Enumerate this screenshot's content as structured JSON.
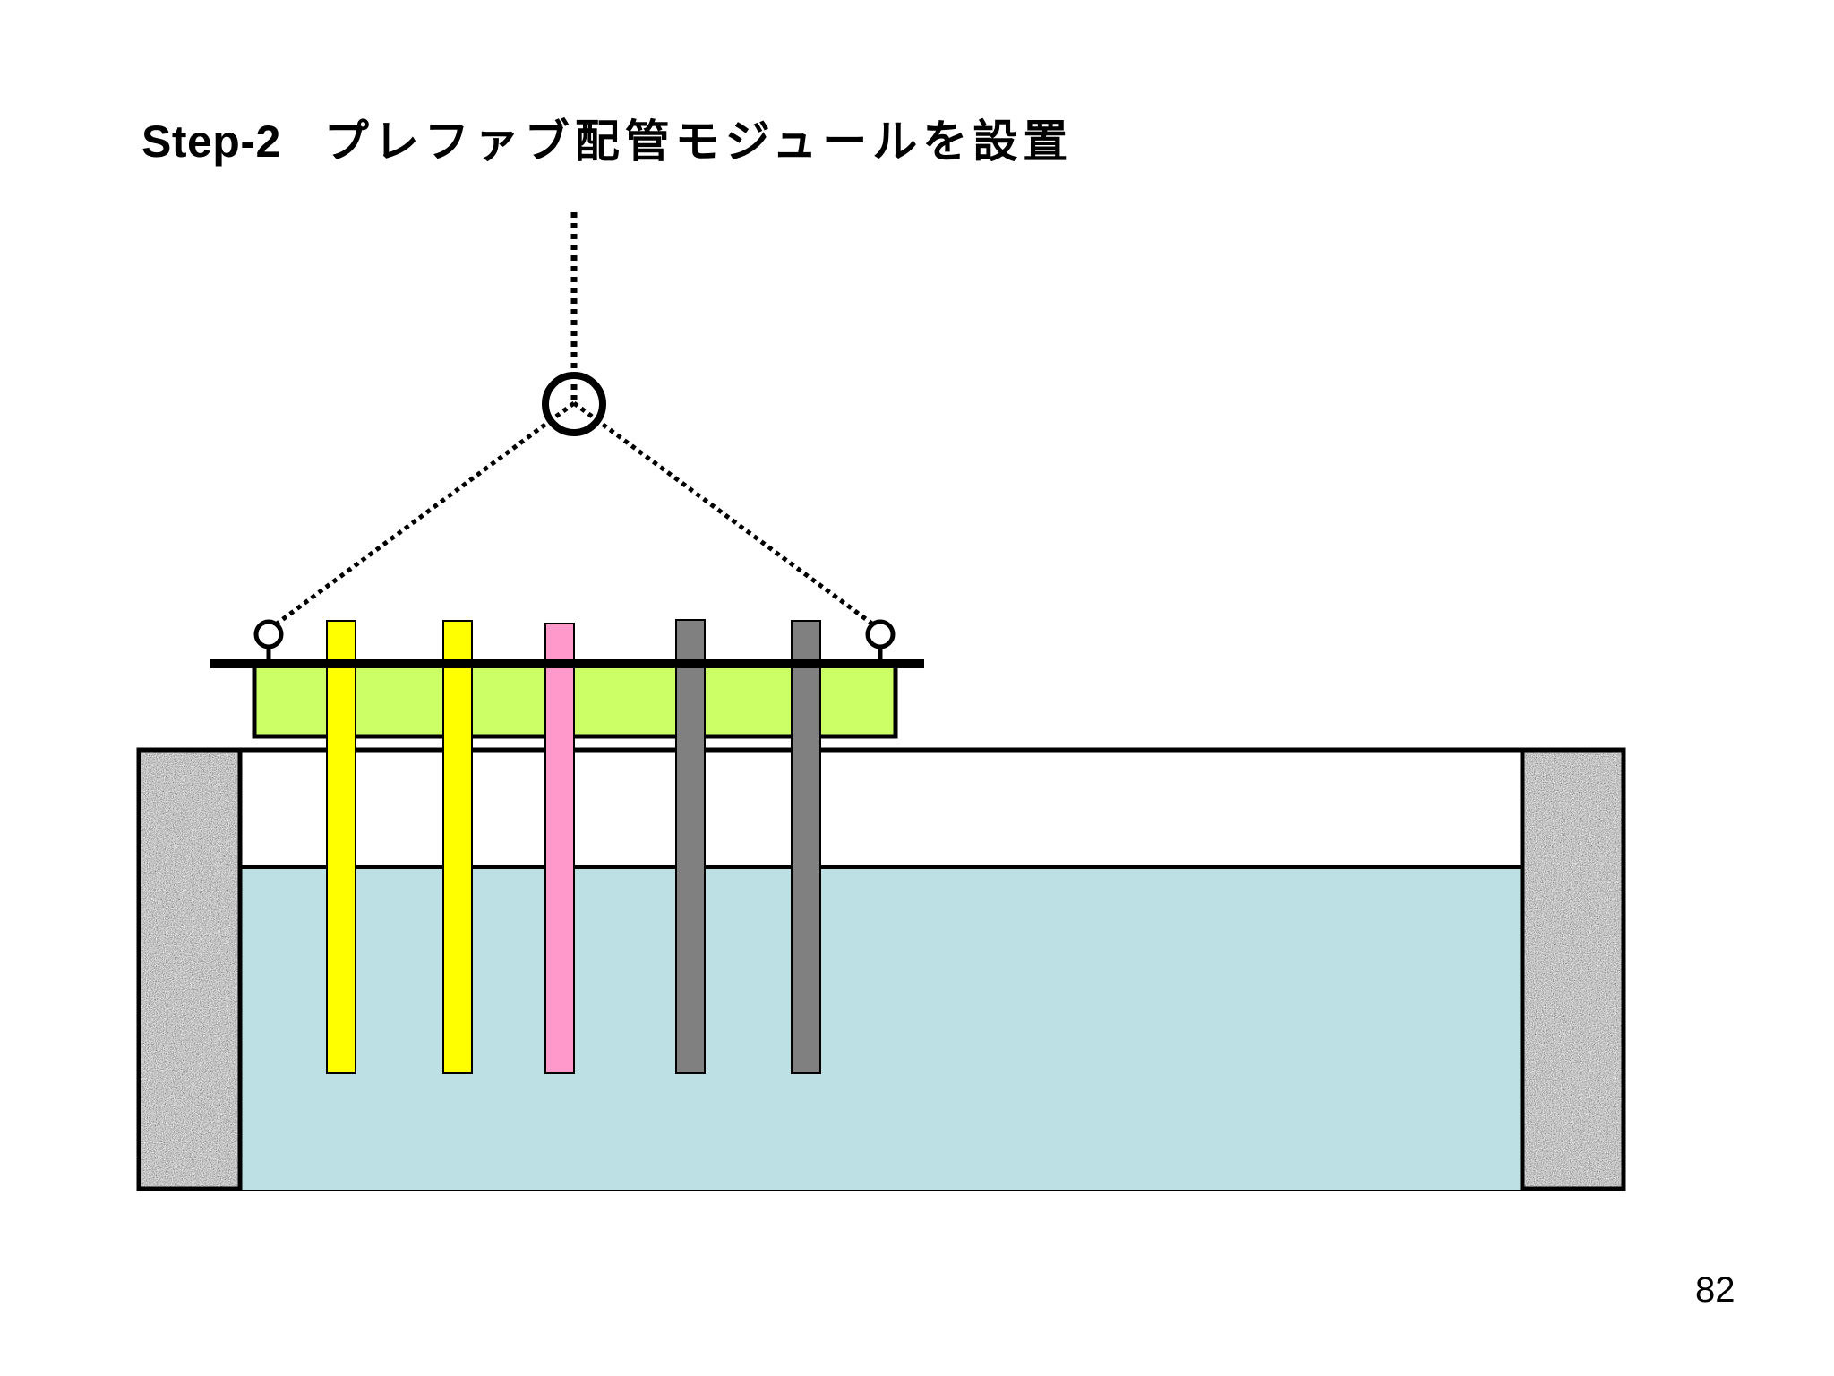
{
  "slide": {
    "step_label": "Step-2",
    "title_jp": "プレファブ配管モジュールを設置",
    "page_number": "82"
  },
  "colors": {
    "background": "#ffffff",
    "water": "#bde0e4",
    "module_frame": "#ccff66",
    "pipe_yellow": "#ffff00",
    "pipe_pink": "#ff99cc",
    "pipe_gray": "#808080",
    "concrete": "#9a9a9a",
    "outline": "#000000"
  },
  "pipes": [
    {
      "color": "yellow"
    },
    {
      "color": "yellow"
    },
    {
      "color": "pink"
    },
    {
      "color": "gray"
    },
    {
      "color": "gray"
    }
  ]
}
